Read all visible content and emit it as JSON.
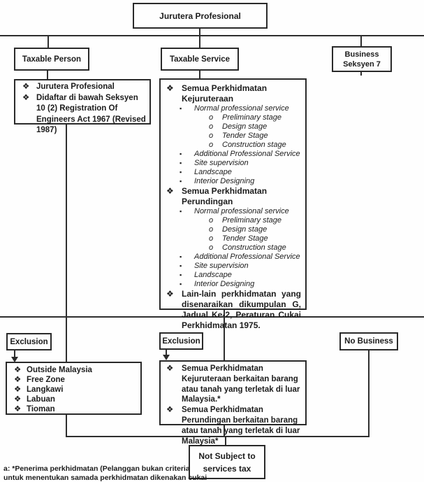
{
  "colors": {
    "ink": "#2a2a2a",
    "paper": "#fefefe"
  },
  "nodes": {
    "root": {
      "label": "Jurutera Profesional"
    },
    "taxable_person": {
      "label": "Taxable Person"
    },
    "taxable_service": {
      "label": "Taxable Service"
    },
    "business": {
      "line1": "Business",
      "line2": "Seksyen 7"
    },
    "exclusion_left": {
      "label": "Exclusion"
    },
    "exclusion_mid": {
      "label": "Exclusion"
    },
    "no_business": {
      "label": "No Business"
    },
    "not_subject": {
      "line1": "Not Subject to",
      "line2": "services tax"
    }
  },
  "person_detail": {
    "items": [
      {
        "level": 1,
        "bold": true,
        "bullet": "❖",
        "bullet_icon": "diamond-bullet-icon",
        "text": "Jurutera Profesional"
      },
      {
        "level": 1,
        "semibold": true,
        "bullet": "❖",
        "bullet_icon": "diamond-bullet-icon",
        "text": "Didaftar di bawah Seksyen 10 (2) Registration Of  Engineers Act 1967 (Revised 1987)"
      }
    ]
  },
  "service_detail": {
    "items": [
      {
        "level": 1,
        "bold": true,
        "bullet": "❖",
        "bullet_icon": "diamond-bullet-icon",
        "text": "Semua Perkhidmatan Kejuruteraan"
      },
      {
        "level": 2,
        "italic": true,
        "bullet": "▪",
        "bullet_icon": "square-bullet-icon",
        "text": "Normal professional service"
      },
      {
        "level": 3,
        "italic": true,
        "bullet": "o",
        "bullet_icon": "circle-bullet-icon",
        "text": "Preliminary stage"
      },
      {
        "level": 3,
        "italic": true,
        "bullet": "o",
        "bullet_icon": "circle-bullet-icon",
        "text": "Design stage"
      },
      {
        "level": 3,
        "italic": true,
        "bullet": "o",
        "bullet_icon": "circle-bullet-icon",
        "text": "Tender Stage"
      },
      {
        "level": 3,
        "italic": true,
        "bullet": "o",
        "bullet_icon": "circle-bullet-icon",
        "text": "Construction stage"
      },
      {
        "level": 2,
        "italic": true,
        "bullet": "▪",
        "bullet_icon": "square-bullet-icon",
        "text": "Additional Professional Service"
      },
      {
        "level": 2,
        "italic": true,
        "bullet": "▪",
        "bullet_icon": "square-bullet-icon",
        "text": "Site supervision"
      },
      {
        "level": 2,
        "italic": true,
        "bullet": "▪",
        "bullet_icon": "square-bullet-icon",
        "text": "Landscape"
      },
      {
        "level": 2,
        "italic": true,
        "bullet": "▪",
        "bullet_icon": "square-bullet-icon",
        "text": "Interior Designing"
      },
      {
        "level": 1,
        "bold": true,
        "bullet": "❖",
        "bullet_icon": "diamond-bullet-icon",
        "text": "Semua Perkhidmatan Perundingan"
      },
      {
        "level": 2,
        "italic": true,
        "bullet": "▪",
        "bullet_icon": "square-bullet-icon",
        "text": "Normal professional service"
      },
      {
        "level": 3,
        "italic": true,
        "bullet": "o",
        "bullet_icon": "circle-bullet-icon",
        "text": "Preliminary stage"
      },
      {
        "level": 3,
        "italic": true,
        "bullet": "o",
        "bullet_icon": "circle-bullet-icon",
        "text": "Design stage"
      },
      {
        "level": 3,
        "italic": true,
        "bullet": "o",
        "bullet_icon": "circle-bullet-icon",
        "text": "Tender Stage"
      },
      {
        "level": 3,
        "italic": true,
        "bullet": "o",
        "bullet_icon": "circle-bullet-icon",
        "text": "Construction stage"
      },
      {
        "level": 2,
        "italic": true,
        "bullet": "▪",
        "bullet_icon": "square-bullet-icon",
        "text": "Additional Professional Service"
      },
      {
        "level": 2,
        "italic": true,
        "bullet": "▪",
        "bullet_icon": "square-bullet-icon",
        "text": "Site supervision"
      },
      {
        "level": 2,
        "italic": true,
        "bullet": "▪",
        "bullet_icon": "square-bullet-icon",
        "text": "Landscape"
      },
      {
        "level": 2,
        "italic": true,
        "bullet": "▪",
        "bullet_icon": "square-bullet-icon",
        "text": "Interior Designing"
      },
      {
        "level": 1,
        "bold": true,
        "justify": true,
        "bullet": "❖",
        "bullet_icon": "diamond-bullet-icon",
        "text": "Lain-lain perkhidmatan yang disenaraikan dikumpulan G, Jadual Ke-2, Peraturan Cukai Perkhidmatan 1975."
      }
    ]
  },
  "exclusion_left_detail": {
    "items": [
      {
        "level": 1,
        "semibold": true,
        "bullet": "❖",
        "bullet_icon": "diamond-bullet-icon",
        "text": "Outside Malaysia"
      },
      {
        "level": 1,
        "semibold": true,
        "bullet": "❖",
        "bullet_icon": "diamond-bullet-icon",
        "text": "Free Zone"
      },
      {
        "level": 1,
        "semibold": true,
        "bullet": "❖",
        "bullet_icon": "diamond-bullet-icon",
        "text": "Langkawi"
      },
      {
        "level": 1,
        "semibold": true,
        "bullet": "❖",
        "bullet_icon": "diamond-bullet-icon",
        "text": "Labuan"
      },
      {
        "level": 1,
        "semibold": true,
        "bullet": "❖",
        "bullet_icon": "diamond-bullet-icon",
        "text": "Tioman"
      }
    ]
  },
  "exclusion_mid_detail": {
    "items": [
      {
        "level": 1,
        "semibold": true,
        "bullet": "❖",
        "bullet_icon": "diamond-bullet-icon",
        "text": "Semua Perkhidmatan Kejuruteraan berkaitan barang atau tanah yang terletak di luar Malaysia.*"
      },
      {
        "level": 1,
        "semibold": true,
        "bullet": "❖",
        "bullet_icon": "diamond-bullet-icon",
        "text": "Semua Perkhidmatan Perundingan berkaitan barang atau tanah yang terletak di luar Malaysia*"
      }
    ]
  },
  "footnote": {
    "line1": "a: *Penerima perkhidmatan (Pelanggan bukan criteria",
    "line2_clipped": "untuk menentukan samada perkhidmatan dikenakan cukai"
  }
}
